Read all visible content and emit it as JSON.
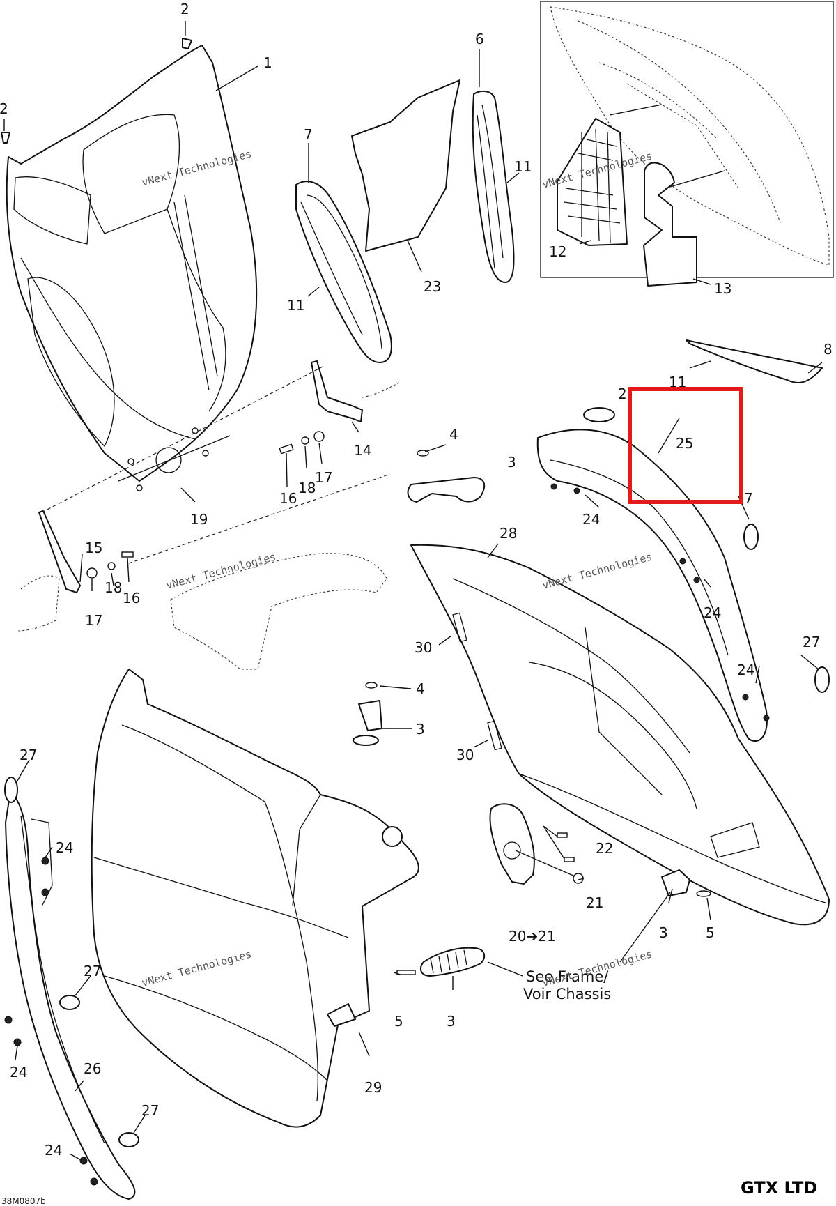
{
  "title_block": {
    "model": "GTX LTD",
    "drawing_code": "38M0807b"
  },
  "watermark": {
    "line1": "vNext Technologies",
    "line2": "Technologies"
  },
  "note": {
    "line1": "See Frame/",
    "line2": "Voir Chassis"
  },
  "arrow_callout": {
    "from": "20",
    "to": "21",
    "arrow": "➔"
  },
  "callouts": [
    "1",
    "2",
    "3",
    "4",
    "5",
    "6",
    "7",
    "8",
    "11",
    "12",
    "13",
    "14",
    "15",
    "16",
    "17",
    "18",
    "19",
    "21",
    "22",
    "23",
    "24",
    "25",
    "26",
    "27",
    "28",
    "29",
    "30"
  ],
  "highlight": {
    "target": "25",
    "color": "#e41a1a"
  }
}
